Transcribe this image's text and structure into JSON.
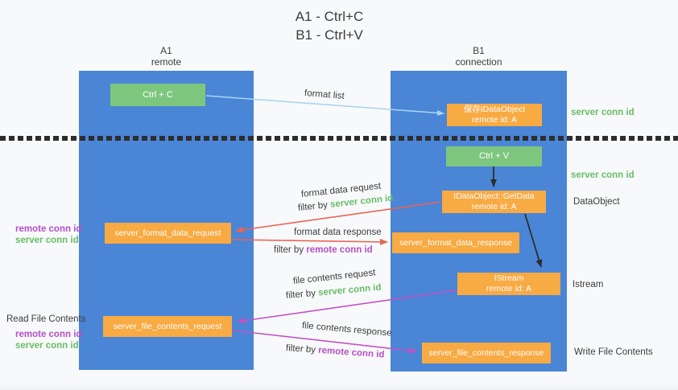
{
  "title": {
    "line1": "A1 - Ctrl+C",
    "line2": "B1 - Ctrl+V"
  },
  "lanes": {
    "left": {
      "name": "A1",
      "role": "remote"
    },
    "right": {
      "name": "B1",
      "role": "connection"
    }
  },
  "nodes": {
    "ctrl_c": "Ctrl + C",
    "ctrl_v": "Ctrl + V",
    "save_idataobject": {
      "line1": "保存IDataObject",
      "line2": "remote id: A"
    },
    "getdata": {
      "line1": "IDataObject::GetData",
      "line2": "remote id: A"
    },
    "istream": {
      "line1": "IStream",
      "line2": "remote id: A"
    },
    "server_format_data_request": "server_format_data_request",
    "server_format_data_response": "server_format_data_response",
    "server_file_contents_request": "server_file_contents_request",
    "server_file_contents_response": "server_file_contents_response"
  },
  "flow_labels": {
    "format_list": "format list",
    "format_data_request": "format data request",
    "format_data_response": "format data response",
    "file_contents_request": "file contents request",
    "file_contents_response": "file contents response",
    "filter_prefix": "filter by ",
    "server_conn_id": "server conn id",
    "remote_conn_id": "remote conn id"
  },
  "side_labels": {
    "left_remote_conn_id": "remote conn id",
    "left_server_conn_id": "server conn id",
    "read_file_contents": "Read File Contents",
    "right_server_conn_id_top": "server conn id",
    "right_server_conn_id_mid": "server conn id",
    "dataobject": "DataObject",
    "istream": "Istream",
    "write_file_contents": "Write File Contents"
  },
  "colors": {
    "lane_blue": "#4a85d6",
    "box_green": "#7dc67e",
    "box_orange": "#f8aa43",
    "arrow_red": "#e96455",
    "arrow_magenta": "#c153c5",
    "arrow_blue": "#a8d4f0",
    "arrow_black": "#2d2d2d",
    "text_green": "#67bd68",
    "text_purple": "#b44fc8",
    "text_dark": "#3d3d3d"
  }
}
